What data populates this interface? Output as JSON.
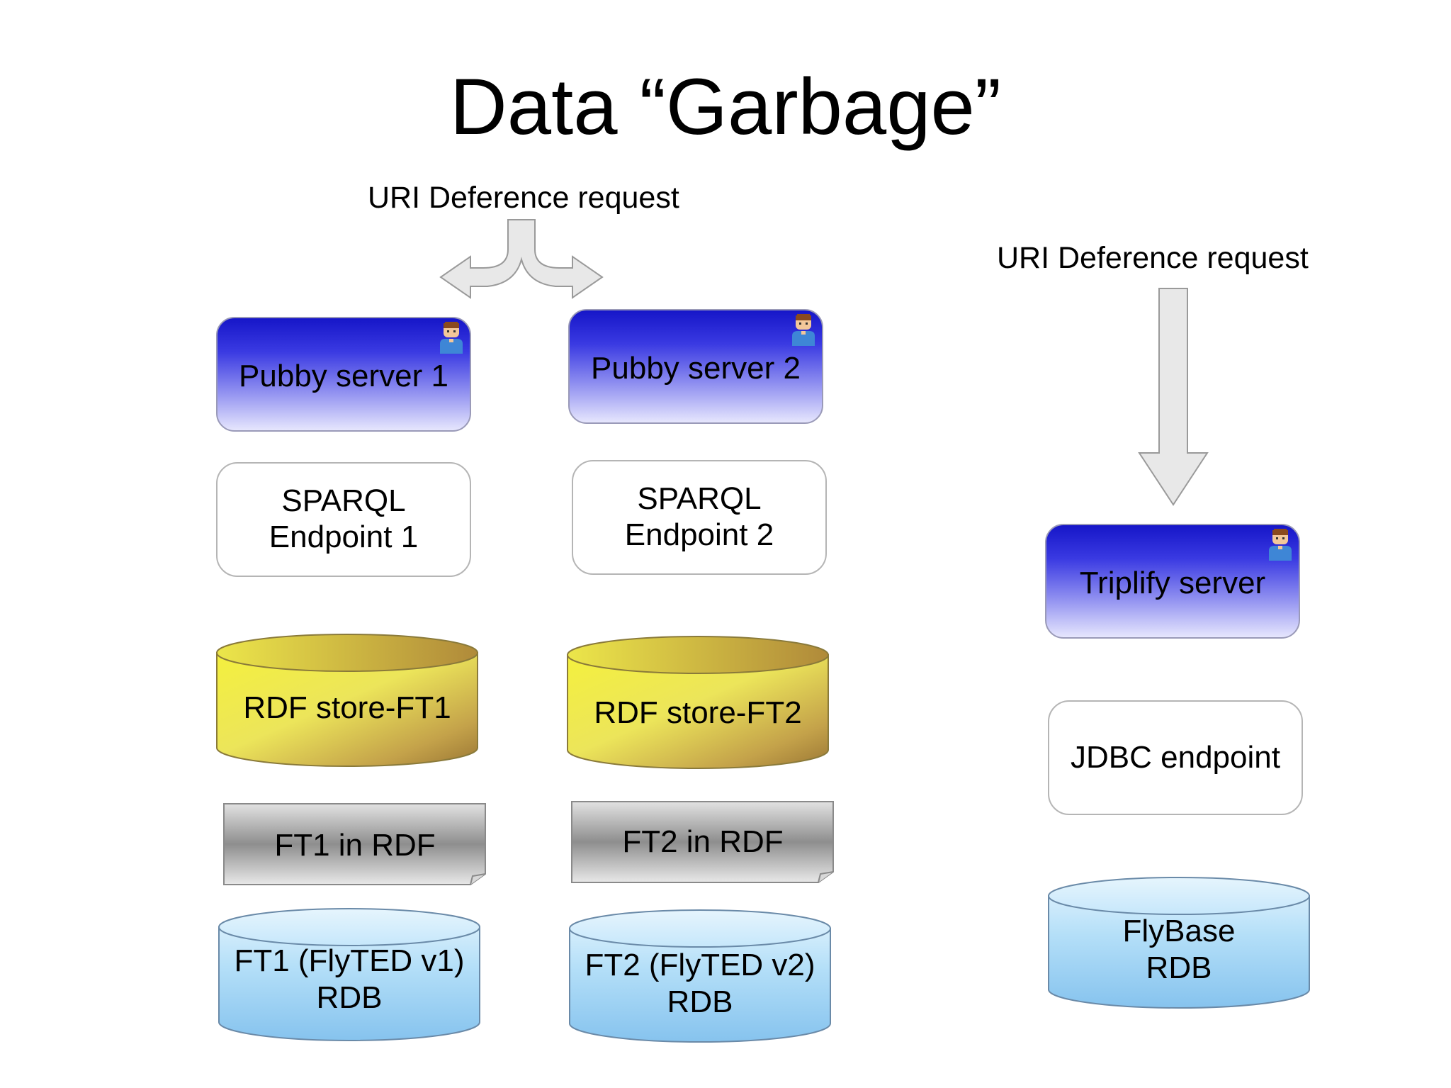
{
  "title": "Data “Garbage”",
  "captions": {
    "left_request": "URI Deference request",
    "right_request": "URI Deference request"
  },
  "column1": {
    "server": "Pubby server 1",
    "endpoint_line1": "SPARQL",
    "endpoint_line2": "Endpoint 1",
    "store": "RDF store-FT1",
    "doc": "FT1 in RDF",
    "rdb_line1": "FT1 (FlyTED v1)",
    "rdb_line2": "RDB"
  },
  "column2": {
    "server": "Pubby server 2",
    "endpoint_line1": "SPARQL",
    "endpoint_line2": "Endpoint 2",
    "store": "RDF store-FT2",
    "doc": "FT2 in RDF",
    "rdb_line1": "FT2 (FlyTED v2)",
    "rdb_line2": "RDB"
  },
  "column3": {
    "server": "Triplify server",
    "endpoint": "JDBC endpoint",
    "rdb_line1": "FlyBase",
    "rdb_line2": "RDB"
  },
  "icons": [
    "person-icon",
    "split-arrow-icon",
    "down-arrow-icon"
  ],
  "colors": {
    "server_top": "#1616c8",
    "server_bottom": "#e6e6fd",
    "rdf_store": "#f0ec50",
    "rdb": "#a8d8f6",
    "doc": "#b0b0b0"
  }
}
